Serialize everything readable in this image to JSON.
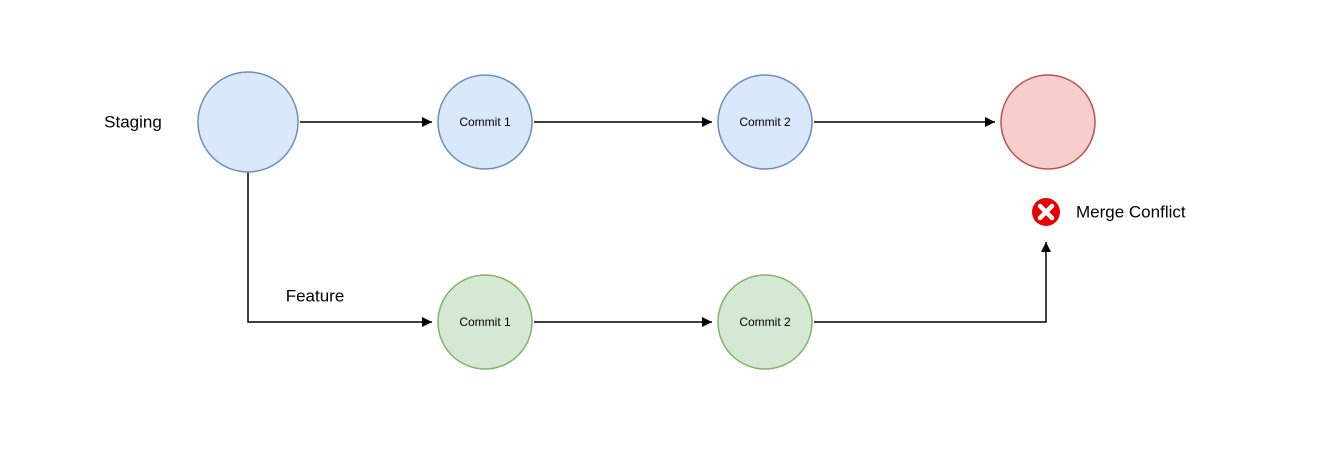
{
  "diagram": {
    "labels": {
      "staging_branch": "Staging",
      "feature_branch": "Feature",
      "merge_conflict": "Merge Conflict"
    },
    "staging": {
      "start_node_label": "",
      "commits": [
        {
          "label": "Commit 1"
        },
        {
          "label": "Commit 2"
        }
      ],
      "merge_node_label": ""
    },
    "feature": {
      "commits": [
        {
          "label": "Commit 1"
        },
        {
          "label": "Commit 2"
        }
      ]
    },
    "colors": {
      "staging_node_fill": "#dae8fc",
      "staging_node_stroke": "#6c8ebf",
      "feature_node_fill": "#d5e8d4",
      "feature_node_stroke": "#82b366",
      "merge_node_fill": "#f8cecc",
      "merge_node_stroke": "#b85450",
      "error_icon_fill": "#e60000",
      "error_icon_cross": "#ffffff",
      "merge_conflict_text": "#990000",
      "connector": "#000000"
    }
  }
}
